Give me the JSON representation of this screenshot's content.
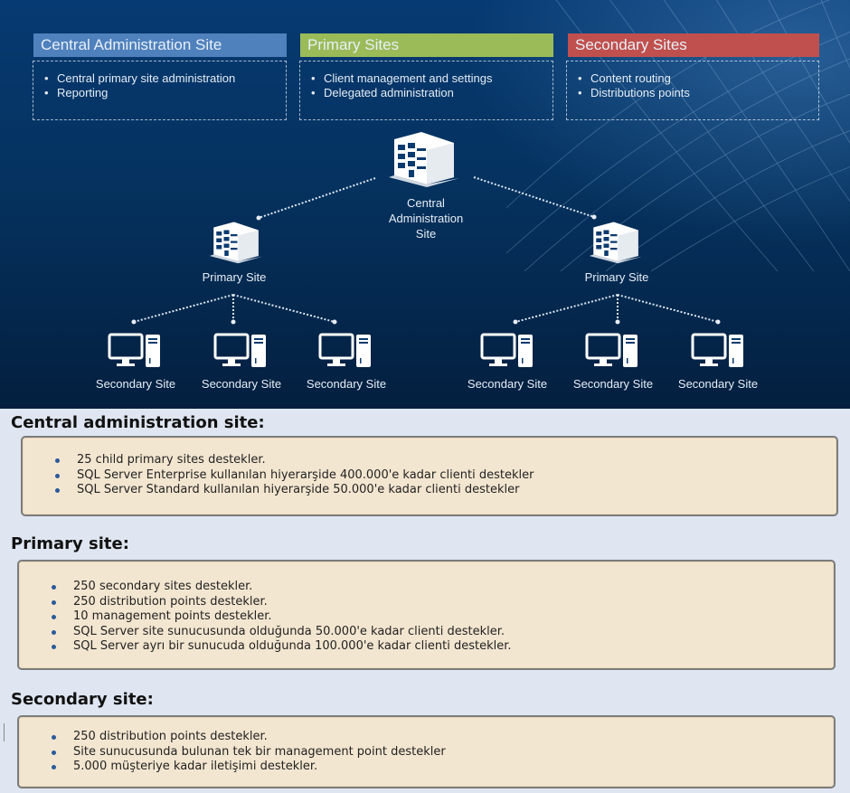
{
  "diagram": {
    "categories": [
      {
        "title": "Central Administration Site",
        "color": "#4f81bd",
        "items": [
          "Central primary site administration",
          "Reporting"
        ]
      },
      {
        "title": "Primary Sites",
        "color": "#9bbb59",
        "items": [
          "Client management and settings",
          "Delegated administration"
        ]
      },
      {
        "title": "Secondary Sites",
        "color": "#c0504d",
        "items": [
          "Content routing",
          "Distributions points"
        ]
      }
    ],
    "nodes": {
      "central": {
        "label_lines": [
          "Central",
          "Administration",
          "Site"
        ],
        "icon": "building-icon"
      },
      "primary_left": {
        "label": "Primary Site",
        "icon": "building-icon"
      },
      "primary_right": {
        "label": "Primary Site",
        "icon": "building-icon"
      },
      "secondary": [
        {
          "label": "Secondary Site",
          "icon": "computer-icon"
        },
        {
          "label": "Secondary Site",
          "icon": "computer-icon"
        },
        {
          "label": "Secondary Site",
          "icon": "computer-icon"
        },
        {
          "label": "Secondary Site",
          "icon": "computer-icon"
        },
        {
          "label": "Secondary Site",
          "icon": "computer-icon"
        },
        {
          "label": "Secondary Site",
          "icon": "computer-icon"
        }
      ]
    }
  },
  "sections": [
    {
      "title": "Central administration site:",
      "items": [
        "25 child primary sites destekler.",
        "SQL Server Enterprise kullanılan hiyerarşide 400.000'e kadar clienti destekler",
        "SQL Server Standard kullanılan hiyerarşide 50.000'e kadar clienti destekler"
      ]
    },
    {
      "title": "Primary site:",
      "items": [
        "250 secondary sites destekler.",
        "250 distribution points destekler.",
        "10 management points destekler.",
        "SQL Server site sunucusunda olduğunda 50.000'e kadar clienti destekler.",
        "SQL Server ayrı bir sunucuda olduğunda 100.000'e kadar clienti destekler."
      ]
    },
    {
      "title": "Secondary site:",
      "items": [
        "250 distribution points destekler.",
        "Site sunucusunda bulunan tek bir management point destekler",
        "5.000 müşteriye kadar iletişimi destekler."
      ]
    }
  ],
  "colors": {
    "diagram_bg": "#05325f",
    "info_box_bg": "#f3e6d0",
    "page_bg": "#dfe6f1",
    "bullet": "#2a5a9a"
  }
}
